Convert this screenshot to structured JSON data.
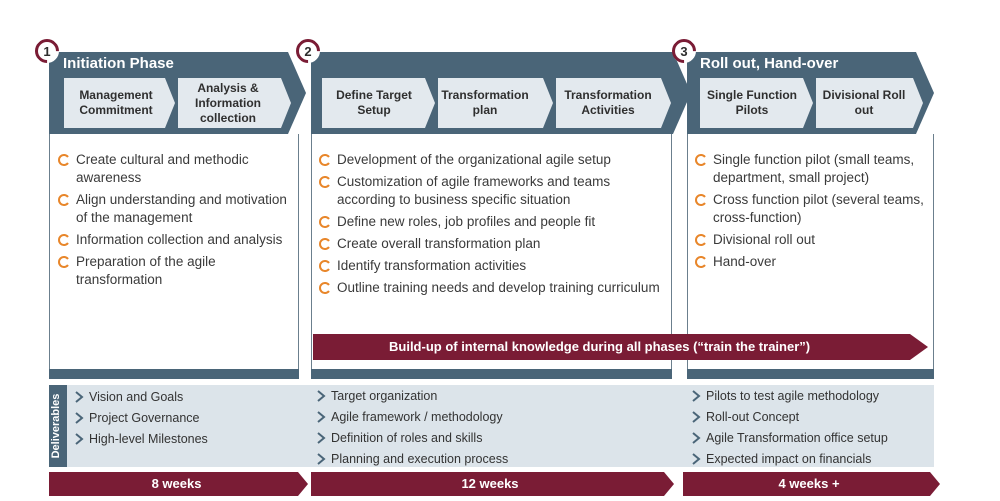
{
  "colors": {
    "phase_header": "#4a6578",
    "step_box": "#e3e9ee",
    "accent_maroon": "#7a1c35",
    "bullet_orange": "#e8862a",
    "deliverables_bg": "#dce4ea"
  },
  "phases": [
    {
      "number": "1",
      "title": "Initiation Phase",
      "steps": [
        "Management Commitment",
        "Analysis & Information collection"
      ],
      "bullets": [
        "Create cultural and methodic awareness",
        "Align understanding and motivation of the management",
        "Information collection and analysis",
        "Preparation of the agile transformation"
      ],
      "deliverables": [
        "Vision and Goals",
        "Project Governance",
        "High-level Milestones"
      ],
      "duration": "8 weeks"
    },
    {
      "number": "2",
      "title": "",
      "steps": [
        "Define Target Setup",
        "Transformation plan",
        "Transformation Activities"
      ],
      "bullets": [
        "Development of the organizational agile setup",
        "Customization of agile frameworks and teams according to business specific situation",
        "Define new roles, job profiles and people fit",
        "Create overall transformation plan",
        "Identify transformation activities",
        "Outline training needs and develop training curriculum"
      ],
      "deliverables": [
        "Target organization",
        "Agile framework / methodology",
        "Definition of roles and skills",
        "Planning and execution process"
      ],
      "duration": "12 weeks"
    },
    {
      "number": "3",
      "title": "Roll out, Hand-over",
      "steps": [
        "Single Function Pilots",
        "Divisional Roll out"
      ],
      "bullets": [
        "Single function pilot (small teams, department, small project)",
        "Cross function pilot (several teams, cross-function)",
        "Divisional roll out",
        "Hand-over"
      ],
      "deliverables": [
        "Pilots to test agile methodology",
        "Roll-out Concept",
        "Agile Transformation office setup",
        "Expected impact on financials"
      ],
      "duration": "4 weeks +"
    }
  ],
  "banner": "Build-up of internal knowledge during all phases (“train the trainer”)",
  "deliverables_label": "Deliverables"
}
